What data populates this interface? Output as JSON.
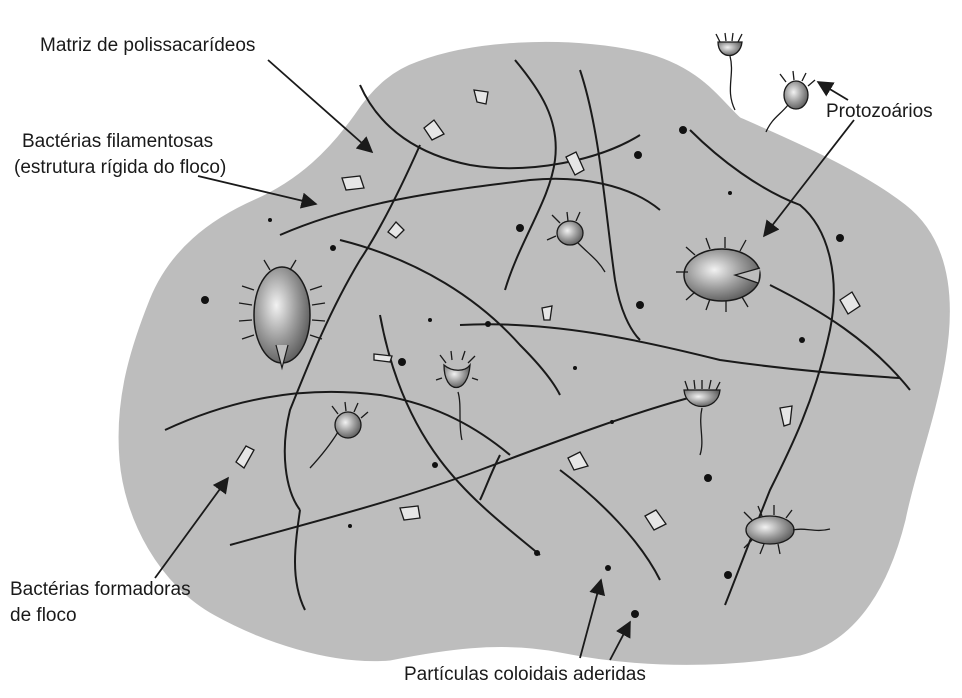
{
  "labels": {
    "matrix": "Matriz de polissacarídeos",
    "filamentous_line1": "Bactérias filamentosas",
    "filamentous_line2": "(estrutura rígida do floco)",
    "protozoa": "Protozoários",
    "floc_forming_line1": "Bactérias formadoras",
    "floc_forming_line2": "de floco",
    "colloidal": "Partículas coloidais aderidas"
  },
  "colors": {
    "floc_fill": "#bdbdbd",
    "line": "#1a1a1a",
    "organism_fill": "#9a9a9a"
  }
}
